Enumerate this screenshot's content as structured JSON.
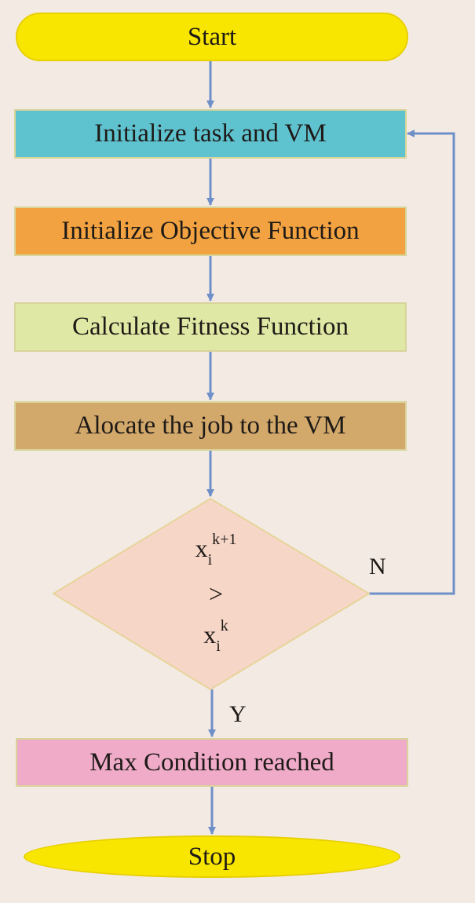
{
  "colors": {
    "background": "#f3ebe3",
    "connector": "#6f8fc9",
    "start": "#f9e600",
    "initialize_task": "#5fc2cf",
    "objective": "#f2a240",
    "fitness": "#dfe8a4",
    "allocate": "#d3a86b",
    "decision": "#f6d6c7",
    "max_condition": "#efabc8",
    "stop": "#f9e600"
  },
  "nodes": {
    "start": "Start",
    "initialize_task": "Initialize task and VM",
    "objective": "Initialize Objective Function",
    "fitness": "Calculate Fitness Function",
    "allocate": "Alocate the job to the VM",
    "max_condition": "Max Condition reached",
    "stop": "Stop"
  },
  "decision": {
    "top_var": "x",
    "top_sub": "i",
    "top_sup": "k+1",
    "operator": ">",
    "bottom_var": "x",
    "bottom_sub": "i",
    "bottom_sup": "k"
  },
  "edge_labels": {
    "no": "N",
    "yes": "Y"
  }
}
